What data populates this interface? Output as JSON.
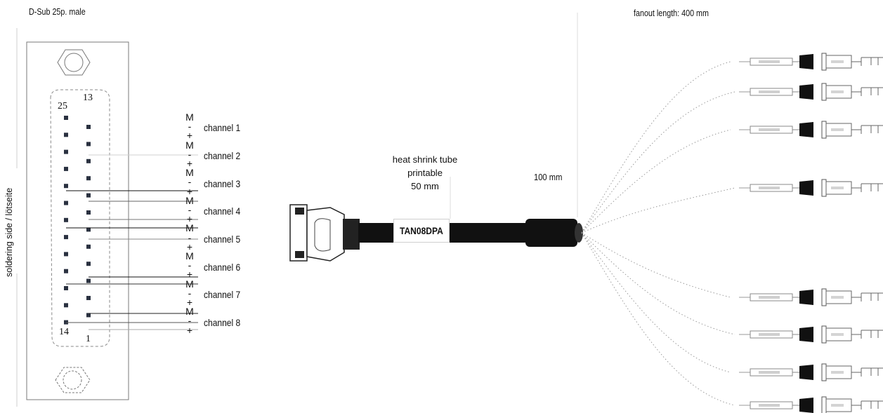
{
  "connector": {
    "title": "D-Sub 25p. male",
    "side_label": "soldering side / lötseite",
    "pin_numbers": [
      "25",
      "13",
      "14",
      "1"
    ]
  },
  "channels": [
    "channel 1",
    "channel 2",
    "channel 3",
    "channel 4",
    "channel 5",
    "channel 6",
    "channel 7",
    "channel 8"
  ],
  "signal_marks": [
    "M",
    "-",
    "+",
    "M",
    "-",
    "+",
    "M",
    "-",
    "+",
    "M",
    "-",
    "+",
    "M",
    "-",
    "+",
    "M",
    "-",
    "+",
    "M",
    "-",
    "+",
    "M",
    "-",
    "+"
  ],
  "cable": {
    "tube_label_line1": "heat shrink tube",
    "tube_label_line2": "printable",
    "tube_label_line3": "50 mm",
    "tube_print": "TAN08DPA",
    "length_label": "100 mm",
    "fanout_label": "fanout length: 400 mm"
  },
  "colors": {
    "cable": "#111111",
    "wire": "#9a9a9a",
    "outline": "#7a7a7a"
  }
}
